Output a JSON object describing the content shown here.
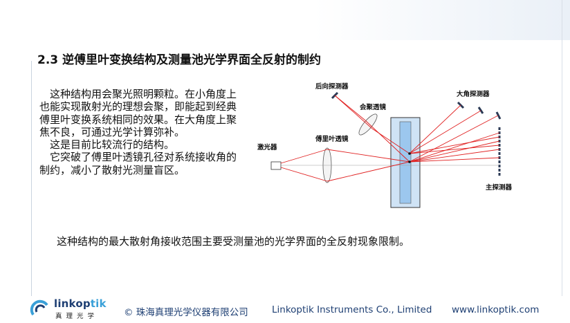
{
  "slide": {
    "title": "2.3  逆傅里叶变换结构及测量池光学界面全反射的制约",
    "paragraphs": [
      "这种结构用会聚光照明颗粒。在小角度上也能实现散射光的理想会聚，即能起到经典傅里叶变换系统相同的效果。在大角度上聚焦不良，可通过光学计算弥补。",
      "这是目前比较流行的结构。",
      "它突破了傅里叶透镜孔径对系统接收角的制约，减小了散射光测量盲区。"
    ],
    "summary": "这种结构的最大散射角接收范围主要受测量池的光学界面的全反射现象限制。"
  },
  "diagram": {
    "labels": {
      "back_detector": "后向探测器",
      "converging_lens": "会聚透镜",
      "wide_angle_detector": "大角探测器",
      "laser": "激光器",
      "fourier_lens": "傅里叶透镜",
      "main_detector": "主探测器"
    },
    "colors": {
      "ray": "#e02020",
      "cell_fill": "#cfe3f5",
      "cell_inner": "#9cc7ee",
      "lens_stroke": "#555555",
      "detector": "#2b3a55"
    }
  },
  "footer": {
    "logo_text_main": "linkop",
    "logo_text_accent": "tik",
    "logo_sub": "真理光学",
    "copyright": "© 珠海真理光学仪器有限公司",
    "company": "Linkoptik Instruments Co., Limited",
    "website": "www.linkoptik.com"
  }
}
